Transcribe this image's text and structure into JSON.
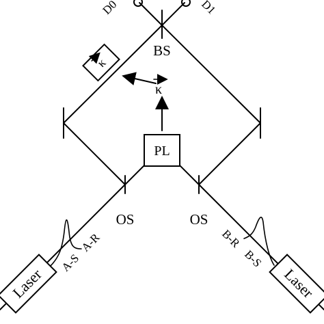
{
  "labels": {
    "bs": "BS",
    "pl": "PL",
    "os_left": "OS",
    "os_right": "OS",
    "laser_left": "Laser",
    "laser_right": "Laser",
    "a_s": "A-S",
    "a_r": "A-R",
    "b_r": "B-R",
    "b_s": "B-S",
    "d0": "D0",
    "d1": "D1",
    "kappa": "κ",
    "kappa_box": "κ"
  },
  "colors": {
    "ink": "#000000",
    "background": "#ffffff"
  }
}
